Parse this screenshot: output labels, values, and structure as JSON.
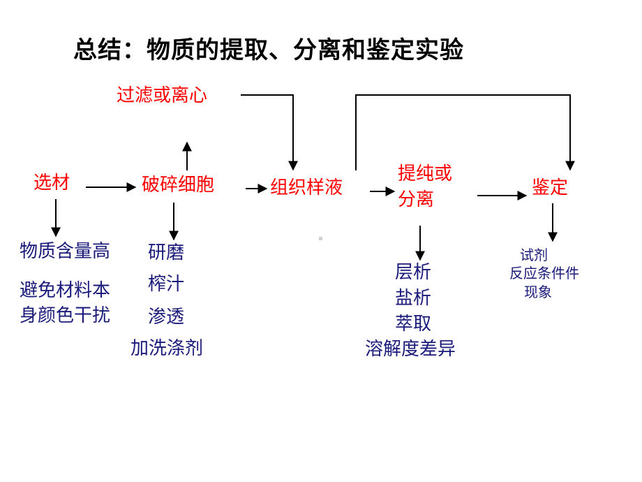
{
  "title": "总结：物质的提取、分离和鉴定实验",
  "steps": {
    "select_material": "选材",
    "break_cells": "破碎细胞",
    "filter_centrifuge": "过滤或离心",
    "tissue_sample": "组织样液",
    "purify_line1": "提纯或",
    "purify_line2": "分离",
    "identify": "鉴定"
  },
  "notes": {
    "material": [
      "物质含量高",
      "避免材料本",
      "身颜色干扰"
    ],
    "break": [
      "研磨",
      "榨汁",
      "渗透",
      "加洗涤剂"
    ],
    "purify": [
      "层析",
      "盐析",
      "萃取",
      "溶解度差异"
    ],
    "identify": [
      "试剂",
      "反应条件件",
      "现象"
    ]
  },
  "colors": {
    "step": "#ff0000",
    "note": "#1a1a7a",
    "arrow": "#000000"
  }
}
